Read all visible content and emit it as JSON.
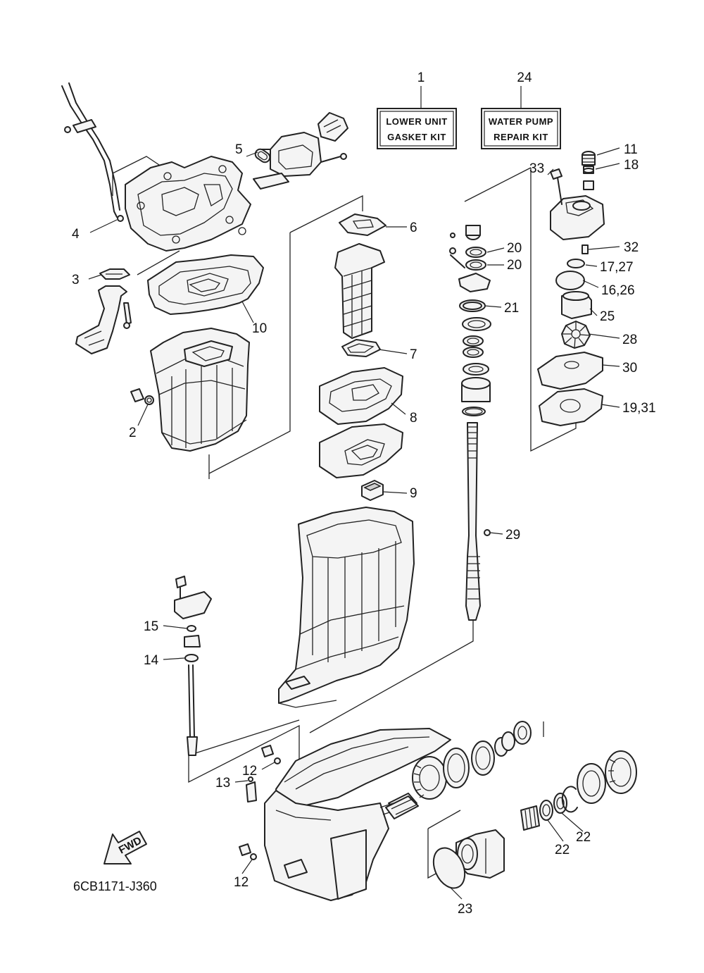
{
  "diagram": {
    "drawing_code": "6CB1171-J360",
    "kits": [
      {
        "number": "1",
        "line1": "LOWER UNIT",
        "line2": "GASKET KIT"
      },
      {
        "number": "24",
        "line1": "WATER PUMP",
        "line2": "REPAIR KIT"
      }
    ],
    "fwd_label": "FWD",
    "callouts": [
      "11",
      "33",
      "18",
      "5",
      "6",
      "4",
      "32",
      "20",
      "20",
      "17,27",
      "3",
      "16,26",
      "21",
      "10",
      "25",
      "28",
      "7",
      "30",
      "2",
      "19,31",
      "8",
      "9",
      "29",
      "15",
      "14",
      "12",
      "13",
      "22",
      "22",
      "12",
      "23"
    ]
  }
}
